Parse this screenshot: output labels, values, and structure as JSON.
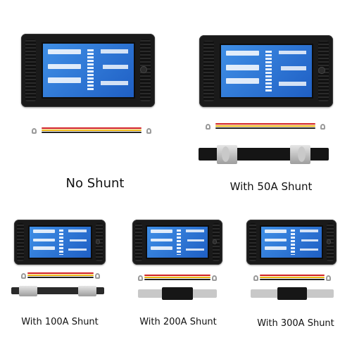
{
  "products": [
    {
      "label": "No Shunt",
      "shunt": false
    },
    {
      "label": "With 50A Shunt",
      "shunt": true
    },
    {
      "label": "With 100A Shunt",
      "shunt": true
    },
    {
      "label": "With 200A Shunt",
      "shunt": true
    },
    {
      "label": "With 300A Shunt",
      "shunt": true
    }
  ],
  "colors": {
    "lcd": "#2f7fe0",
    "housing": "#1a1a1a",
    "wire_red": "#d11f1f",
    "wire_yellow": "#e8b20c",
    "wire_black": "#222222"
  }
}
